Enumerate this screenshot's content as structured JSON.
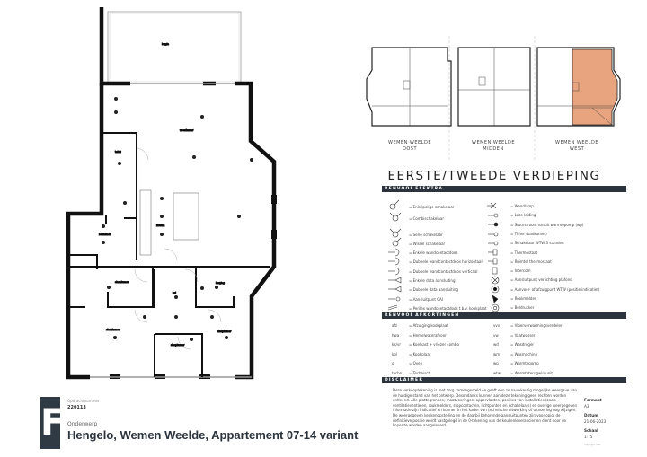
{
  "floorplan": {
    "rooms": [
      "loggia",
      "woonkamer",
      "keuken",
      "toilet",
      "badkamer",
      "slaapkamer",
      "hal",
      "berging",
      "slaapkamer",
      "slaapkamer",
      "slaapkamer"
    ]
  },
  "keyplan": {
    "buildings": [
      "WEMEN WEELDE OOST",
      "WEMEN WEELDE MIDDEN",
      "WEMEN WEELDE WEST"
    ],
    "highlight_color": "#e8a47e"
  },
  "plan_title": "EERSTE/TWEEDE VERDIEPING",
  "electra": {
    "header": "RENVOOI ELEKTRA",
    "left": [
      {
        "icon": "single-switch-icon",
        "label": "= Enkelpolige schakelaar"
      },
      {
        "icon": "combi-switch-icon",
        "label": "= Combischakelaar"
      },
      {
        "icon": "serie-switch-icon",
        "label": "= Serie schakelaar"
      },
      {
        "icon": "wissel-switch-icon",
        "label": "= Wissel schakelaar"
      },
      {
        "icon": "single-socket-icon",
        "label": "= Enkele wandcontactdoos"
      },
      {
        "icon": "double-socket-h-icon",
        "label": "= Dubbele wandcontactdoos horizontaal"
      },
      {
        "icon": "double-socket-v-icon",
        "label": "= Dubbele wandcontactdoos verticaal"
      },
      {
        "icon": "single-data-icon",
        "label": "= Enkele data aansluiting"
      },
      {
        "icon": "double-data-icon",
        "label": "= Dubbele data aansluiting"
      },
      {
        "icon": "cai-icon",
        "label": "= Aansluitpunt CAI"
      },
      {
        "icon": "perilex-icon",
        "label": "= Perilex wandcontactdoos t.b.v. kookplaat"
      }
    ],
    "right": [
      {
        "icon": "wall-lamp-icon",
        "label": "= Wandlamp"
      },
      {
        "icon": "empty-pipe-icon",
        "label": "= Loze leiding"
      },
      {
        "icon": "control-current-icon",
        "label": "= Stuurstroom vanuit warmtepomp (wp)"
      },
      {
        "icon": "timer-icon",
        "label": "= Timer (badkamer)"
      },
      {
        "icon": "wtw-switch-icon",
        "label": "= Schakelaar WTW 3 standen"
      },
      {
        "icon": "thermostat-icon",
        "label": "= Thermostaat"
      },
      {
        "icon": "room-thermostat-icon",
        "label": "= Ruimtel thermostaat"
      },
      {
        "icon": "intercom-icon",
        "label": "= Intercom"
      },
      {
        "icon": "ceiling-light-icon",
        "label": "= Aansluitpunt verlichting plafond"
      },
      {
        "icon": "wtw-vent-icon",
        "label": "= Aanvoer- of afzuigpunt WTW (positie indicatief)"
      },
      {
        "icon": "smoke-detector-icon",
        "label": "= Rookmelder"
      },
      {
        "icon": "doorbell-icon",
        "label": "= Beldrukker"
      }
    ]
  },
  "afkortingen": {
    "header": "RENVOOI AFKORTINGEN",
    "left": [
      {
        "abbr": "afz",
        "label": "= Afzuiging kookplaat"
      },
      {
        "abbr": "hwa",
        "label": "= Hemelwaterafvoer"
      },
      {
        "abbr": "kk/vr",
        "label": "= Koelkast + vriezer combo"
      },
      {
        "abbr": "kpl",
        "label": "= Kookplaat"
      },
      {
        "abbr": "o",
        "label": "= Oven"
      },
      {
        "abbr": "techn.",
        "label": "= Technisch"
      }
    ],
    "right": [
      {
        "abbr": "vvv",
        "label": "= Vloerverwarmingsverdeler"
      },
      {
        "abbr": "vw",
        "label": "= Vaatwasser"
      },
      {
        "abbr": "wd",
        "label": "= Wasdroger"
      },
      {
        "abbr": "wm",
        "label": "= Wasmachine"
      },
      {
        "abbr": "wp",
        "label": "= Warmtepomp"
      },
      {
        "abbr": "wtw",
        "label": "= Warmteterugwin unit"
      }
    ]
  },
  "disclaimer": {
    "header": "DISCLAIMER",
    "text": "Deze verkooptekening is met zorg samengesteld en geeft een zo nauwkeurig mogelijke weergave van de huidige stand van het ontwerp. Desondanks kunnen aan deze tekening geen rechten worden ontleend. Alle plattegronden, maatvoeringen, oppervlakten, posities van installaties (zoals ventilatieventielen, rookmelders, stopcontacten, lichtpunten en schakelaars) en overige weergegeven informatie zijn indicatief en kunnen in het kader van technische uitwerking of uitvoering nog wijzigen. De weergegeven keukenopstelling en de daarbij behorende aansluitpunten zijn voorlopig; de definitieve positie wordt vastgelegd in de 0-tekening van de keukenleverancier en dient door de koper te worden aangeleverd."
  },
  "meta": {
    "format_label": "Formaat",
    "format": "A3",
    "date_label": "Datum",
    "date": "21-06-2023",
    "scale_label": "Schaal",
    "scale": "1:75",
    "copyright": "copyright F&W"
  },
  "titleblock": {
    "logo_letter": "F",
    "number_label": "Opdrachtnummer",
    "number": "220113",
    "subject_label": "Onderwerp",
    "subject": "Hengelo, Wemen Weelde, Appartement 07-14 variant"
  }
}
